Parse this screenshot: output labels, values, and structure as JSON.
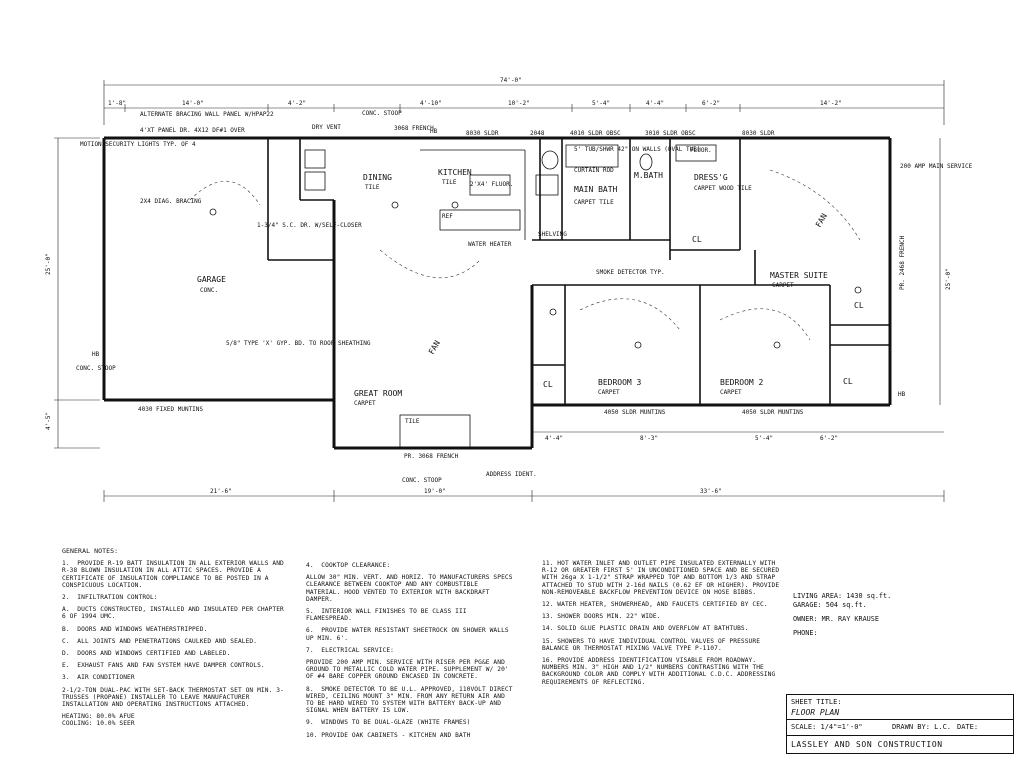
{
  "rooms": {
    "garage": "GARAGE",
    "garage_floor": "CONC.",
    "dining": "DINING",
    "dining_floor": "TILE",
    "kitchen": "KITCHEN",
    "kitchen_floor": "TILE",
    "main_bath": "MAIN BATH",
    "main_bath_floor": "CARPET TILE",
    "m_bath": "M.BATH",
    "dressing": "DRESS'G",
    "dressing_floor": "CARPET WOOD TILE",
    "master_suite": "MASTER SUITE",
    "master_floor": "CARPET",
    "great_room": "GREAT ROOM",
    "great_room_floor": "CARPET",
    "bedroom3": "BEDROOM 3",
    "bedroom3_floor": "CARPET",
    "bedroom2": "BEDROOM 2",
    "bedroom2_floor": "CARPET",
    "closet": "CL",
    "fan": "FAN",
    "tile": "TILE",
    "ref": "REF"
  },
  "dimensions": {
    "overall_top": "74'-0\"",
    "top": [
      "1'-8\"",
      "14'-0\"",
      "4'-2\"",
      "4'-10\"",
      "10'-2\"",
      "5'-4\"",
      "4'-4\"",
      "6'-2\"",
      "14'-2\""
    ],
    "bottom": [
      "21'-6\"",
      "19'-0\"",
      "33'-6\""
    ],
    "bottom_inner": [
      "4'-4\"",
      "8'-3\"",
      "5'-4\"",
      "6'-2\""
    ],
    "left": [
      "25'-0\"",
      "4'-5\""
    ],
    "right": "25'-0\""
  },
  "callouts": {
    "alt_bracing": "ALTERNATE BRACING WALL PANEL W/HPAP22",
    "panel": "4'XT PANEL DR. 4X12 DF#1 OVER",
    "diag_bracing": "2X4 DIAG. BRACING",
    "sc_door": "1-3/4\" S.C. DR. W/SELF-CLOSER",
    "type_x": "5/8\" TYPE 'X' GYP. BD. TO ROOF SHEATHING",
    "fixed_window": "4030 FIXED MUNTINS",
    "conc_stoop": "CONC. STOOP",
    "dry_vent": "DRY VENT",
    "french_top": "3068 FRENCH",
    "french_bottom": "PR. 3068 FRENCH",
    "slider_8030a": "8030 SLDR",
    "slider_2048": "2048",
    "slider_4010": "4010 SLDR OBSC",
    "slider_3010": "3010 SLDR OBSC",
    "slider_8030b": "8030 SLDR",
    "tub": "5' TUB/SHWR 42\" ON WALLS (OVAL TUB)",
    "curtain_rod": "CURTAIN ROD",
    "fluor_kitchen": "2'X4' FLUOR.",
    "fluor_bath": "FLUOR.",
    "smoke": "SMOKE DETECTOR TYP.",
    "amp_service": "200 AMP MAIN SERVICE",
    "french_right": "PR. 2468 FRENCH",
    "slider_4050a": "4050 SLDR MUNTINS",
    "slider_4050b": "4050 SLDR MUNTINS",
    "address": "ADDRESS IDENT.",
    "hb": "HB",
    "water_heater": "WATER HEATER",
    "shelving": "SHELVING",
    "motion_light": "MOTION SECURITY LIGHTS TYP. OF 4"
  },
  "notes": {
    "heading": "GENERAL NOTES:",
    "col1": [
      "1.  PROVIDE R-19 BATT INSULATION IN ALL EXTERIOR WALLS AND R-38 BLOWN INSULATION IN ALL ATTIC SPACES. PROVIDE A CERTIFICATE OF INSULATION COMPLIANCE TO BE POSTED IN A CONSPICUOUS LOCATION.",
      "2.  INFILTRATION CONTROL:",
      "A.  DUCTS CONSTRUCTED, INSTALLED AND INSULATED PER CHAPTER 6 OF 1994 UMC.",
      "B.  DOORS AND WINDOWS WEATHERSTRIPPED.",
      "C.  ALL JOINTS AND PENETRATIONS CAULKED AND SEALED.",
      "D.  DOORS AND WINDOWS CERTIFIED AND LABELED.",
      "E.  EXHAUST FANS AND FAN SYSTEM HAVE DAMPER CONTROLS.",
      "3.  AIR CONDITIONER",
      "2-1/2-TON DUAL-PAC WITH SET-BACK THERMOSTAT SET ON MIN. 3-TRUSSES (PROPANE) INSTALLER TO LEAVE MANUFACTURER INSTALLATION AND OPERATING INSTRUCTIONS ATTACHED.",
      "HEATING: 80.0% AFUE\nCOOLING: 10.0% SEER"
    ],
    "col2": [
      "4.  COOKTOP CLEARANCE:",
      "ALLOW 30\" MIN. VERT. AND HORIZ. TO MANUFACTURERS SPECS CLEARANCE BETWEEN COOKTOP AND ANY COMBUSTIBLE MATERIAL. HOOD VENTED TO EXTERIOR WITH BACKDRAFT DAMPER.",
      "5.  INTERIOR WALL FINISHES TO BE CLASS III FLAMESPREAD.",
      "6.  PROVIDE WATER RESISTANT SHEETROCK ON SHOWER WALLS UP MIN. 6'.",
      "7.  ELECTRICAL SERVICE:",
      "PROVIDE 200 AMP MIN. SERVICE WITH RISER PER PG&E AND GROUND TO METALLIC COLD WATER PIPE. SUPPLEMENT W/ 20' OF #4 BARE COPPER GROUND ENCASED IN CONCRETE.",
      "8.  SMOKE DETECTOR TO BE U.L. APPROVED, 110VOLT DIRECT WIRED, CEILING MOUNT 3\" MIN. FROM ANY RETURN AIR AND TO BE HARD WIRED TO SYSTEM WITH BATTERY BACK-UP AND SIGNAL WHEN BATTERY IS LOW.",
      "9.  WINDOWS TO BE DUAL-GLAZE (WHITE FRAMES)",
      "10. PROVIDE OAK CABINETS - KITCHEN AND BATH"
    ],
    "col3": [
      "11. HOT WATER INLET AND OUTLET PIPE INSULATED EXTERNALLY WITH R-12 OR GREATER FIRST 5' IN UNCONDITIONED SPACE AND BE SECURED WITH 26ga X 1-1/2\" STRAP WRAPPED TOP AND BOTTOM 1/3 AND STRAP ATTACHED TO STUD WITH 2-16d NAILS (0.62 EF OR HIGHER). PROVIDE NON-REMOVEABLE BACKFLOW PREVENTION DEVICE ON HOSE BIBBS.",
      "12. WATER HEATER, SHOWERHEAD, AND FAUCETS CERTIFIED BY CEC.",
      "13. SHOWER DOORS MIN. 22\" WIDE.",
      "14. SOLID GLUE PLASTIC DRAIN AND OVERFLOW AT BATHTUBS.",
      "15. SHOWERS TO HAVE INDIVIDUAL CONTROL VALVES OF PRESSURE BALANCE OR THERMOSTAT MIXING VALVE TYPE P-1107.",
      "16. PROVIDE ADDRESS IDENTIFICATION VISABLE FROM ROADWAY. NUMBERS MIN. 3\" HIGH AND 1/2\" NUMBERS CONTRASTING WITH THE BACKGROUND COLOR AND COMPLY WITH ADDITIONAL C.D.C. ADDRESSING REQUIREMENTS OF REFLECTING."
    ]
  },
  "project": {
    "living_area": "LIVING AREA: 1430 sq.ft.",
    "garage_area": "GARAGE: 504 sq.ft.",
    "owner": "OWNER: MR. RAY KRAUSE",
    "phone": "PHONE:"
  },
  "titleblock": {
    "sheet_title_label": "SHEET TITLE:",
    "sheet_title": "FLOOR PLAN",
    "scale": "SCALE: 1/4\"=1'-0\"",
    "drawn_by": "DRAWN BY: L.C.",
    "date": "DATE:",
    "company": "LASSLEY AND SON CONSTRUCTION"
  }
}
